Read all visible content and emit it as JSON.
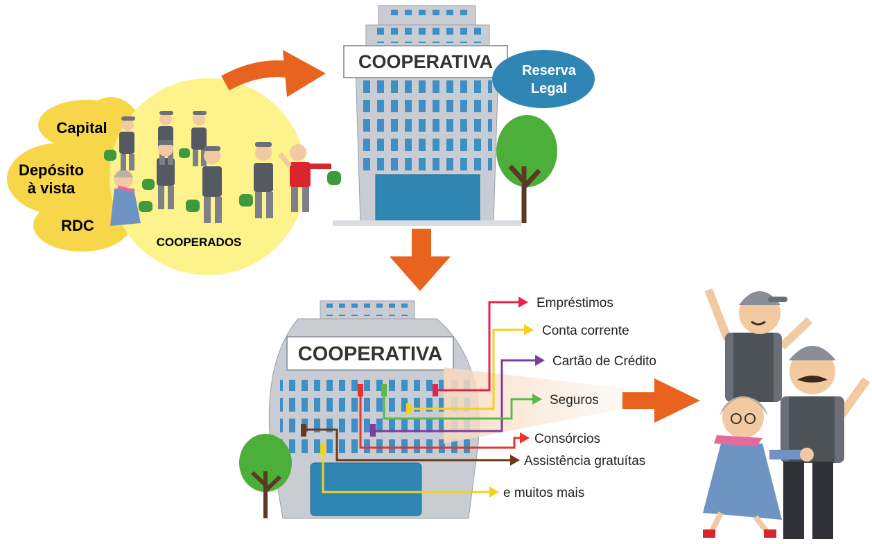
{
  "sources": {
    "capital": "Capital",
    "deposito_line1": "Depósito",
    "deposito_line2": "à vista",
    "rdc": "RDC",
    "members_label": "COOPERADOS"
  },
  "top_building": {
    "sign": "COOPERATIVA",
    "reserve_line1": "Reserva",
    "reserve_line2": "Legal"
  },
  "bottom_building": {
    "sign": "COOPERATIVA"
  },
  "services": [
    {
      "label": "Empréstimos",
      "color": "#e8234a"
    },
    {
      "label": "Conta corrente",
      "color": "#f2d21c"
    },
    {
      "label": "Cartão de Crédito",
      "color": "#7b3fa0"
    },
    {
      "label": "Seguros",
      "color": "#5cb84a"
    },
    {
      "label": "Consórcios",
      "color": "#e8322a"
    },
    {
      "label": "Assistência gratuítas",
      "color": "#6b3a1e"
    },
    {
      "label": "e muitos mais",
      "color": "#f2d21c"
    }
  ],
  "colors": {
    "cloud_yellow": "#f7d64a",
    "circle_yellow": "#fdf28c",
    "arrow_orange": "#e8641e",
    "window_blue": "#3d8fc4",
    "building_gray": "#c9cdd3",
    "reserve_blue": "#2f86b4",
    "tree_green": "#4caf3a"
  }
}
